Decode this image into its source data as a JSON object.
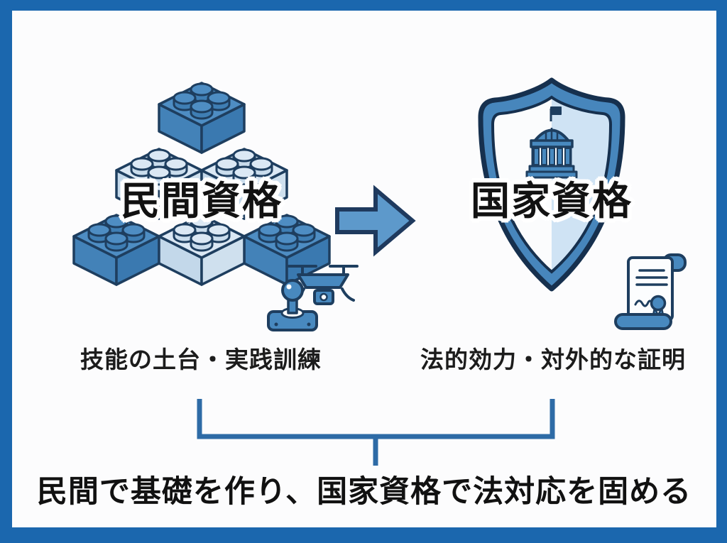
{
  "frame": {
    "border_color": "#1b67ae",
    "background": "#fcfcfd"
  },
  "palette": {
    "outline_navy": "#1e3e5f",
    "block_blue_top": "#4e8dc3",
    "block_blue_side": "#3a79b0",
    "block_light_top": "#dbe8f4",
    "block_light_side": "#c3d8ea",
    "icon_blue": "#4889bf",
    "shield_band": "#4786bc",
    "shield_inner_left": "#fbfcfd",
    "shield_inner_right": "#cfe3f4",
    "arrow_fill": "#5d99cb",
    "bracket_blue": "#2e6ba6",
    "text_black": "#111111"
  },
  "left": {
    "title": "民間資格",
    "caption": "技能の土台・実践訓練",
    "illustration": "building-blocks-pyramid",
    "extra_icon": "drone-and-joystick-controller"
  },
  "right": {
    "title": "国家資格",
    "caption": "法的効力・対外的な証明",
    "illustration": "shield-with-government-building",
    "extra_icon": "certificate-scroll"
  },
  "connector": {
    "type": "arrow-right"
  },
  "footer": {
    "headline": "民間で基礎を作り、国家資格で法対応を固める"
  }
}
